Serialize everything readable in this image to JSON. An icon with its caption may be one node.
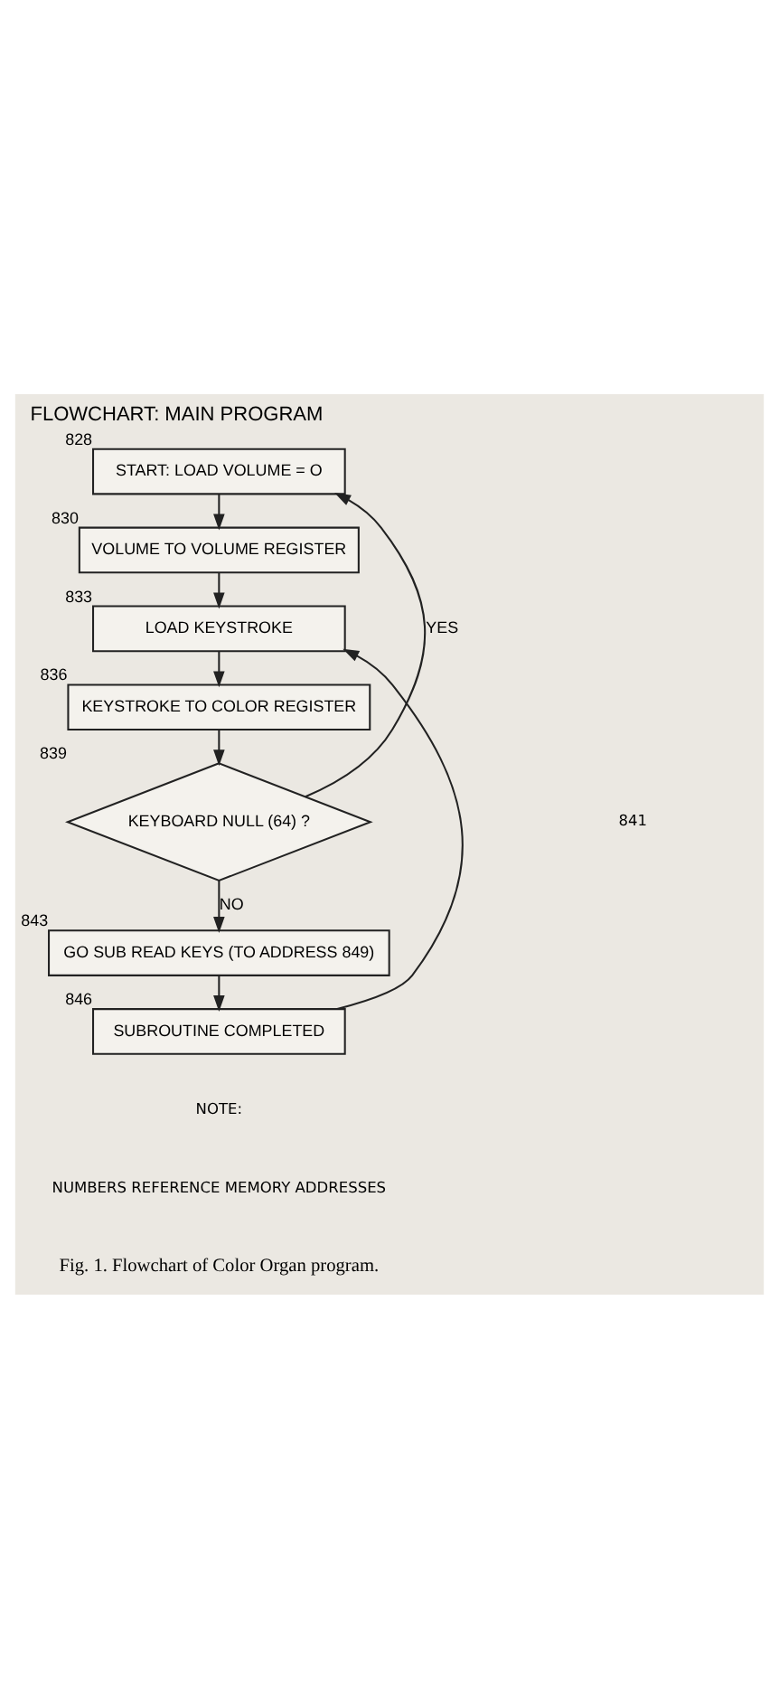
{
  "diagram": {
    "title": "FLOWCHART: MAIN PROGRAM",
    "caption": "Fig. 1. Flowchart of Color Organ program.",
    "nodes": [
      {
        "text": [
          "START: LOAD VOLUME = O"
        ],
        "beside": [
          "828"
        ]
      },
      {
        "text": [
          "VOLUME TO VOLUME REGISTER"
        ],
        "beside": [
          "830"
        ]
      },
      {
        "text": [
          "LOAD KEYSTROKE"
        ],
        "beside": [
          "833"
        ]
      },
      {
        "text": [
          "KEYSTROKE TO COLOR REGISTER"
        ],
        "beside": [
          "836"
        ]
      },
      {
        "text": [
          "KEYBOARD NULL (64) ?"
        ],
        "beside": [
          "839"
        ]
      },
      {
        "text": [
          "GO SUB READ KEYS (TO ADDRESS 849)"
        ],
        "beside": [
          "843"
        ]
      },
      {
        "text": [
          "SUBROUTINE COMPLETED"
        ],
        "beside": [
          "846"
        ]
      }
    ],
    "edges": [
      {
        "from": 0,
        "to": 1,
        "arrow": "to"
      },
      {
        "from": 1,
        "to": 2,
        "arrow": "to"
      },
      {
        "from": 2,
        "to": 3,
        "arrow": "to"
      },
      {
        "from": 3,
        "to": 4,
        "arrow": "to"
      },
      {
        "from": 4,
        "to": 0,
        "arrow": "to",
        "label": "YES"
      },
      {
        "from": 4,
        "to": 5,
        "arrow": "to",
        "label": "NO"
      },
      {
        "from": 5,
        "to": 6,
        "arrow": "to"
      },
      {
        "from": 6,
        "to": 2,
        "arrow": "to"
      }
    ],
    "labels": [
      "841",
      "NOTE:",
      "NUMBERS REFERENCE MEMORY ADDRESSES"
    ]
  }
}
